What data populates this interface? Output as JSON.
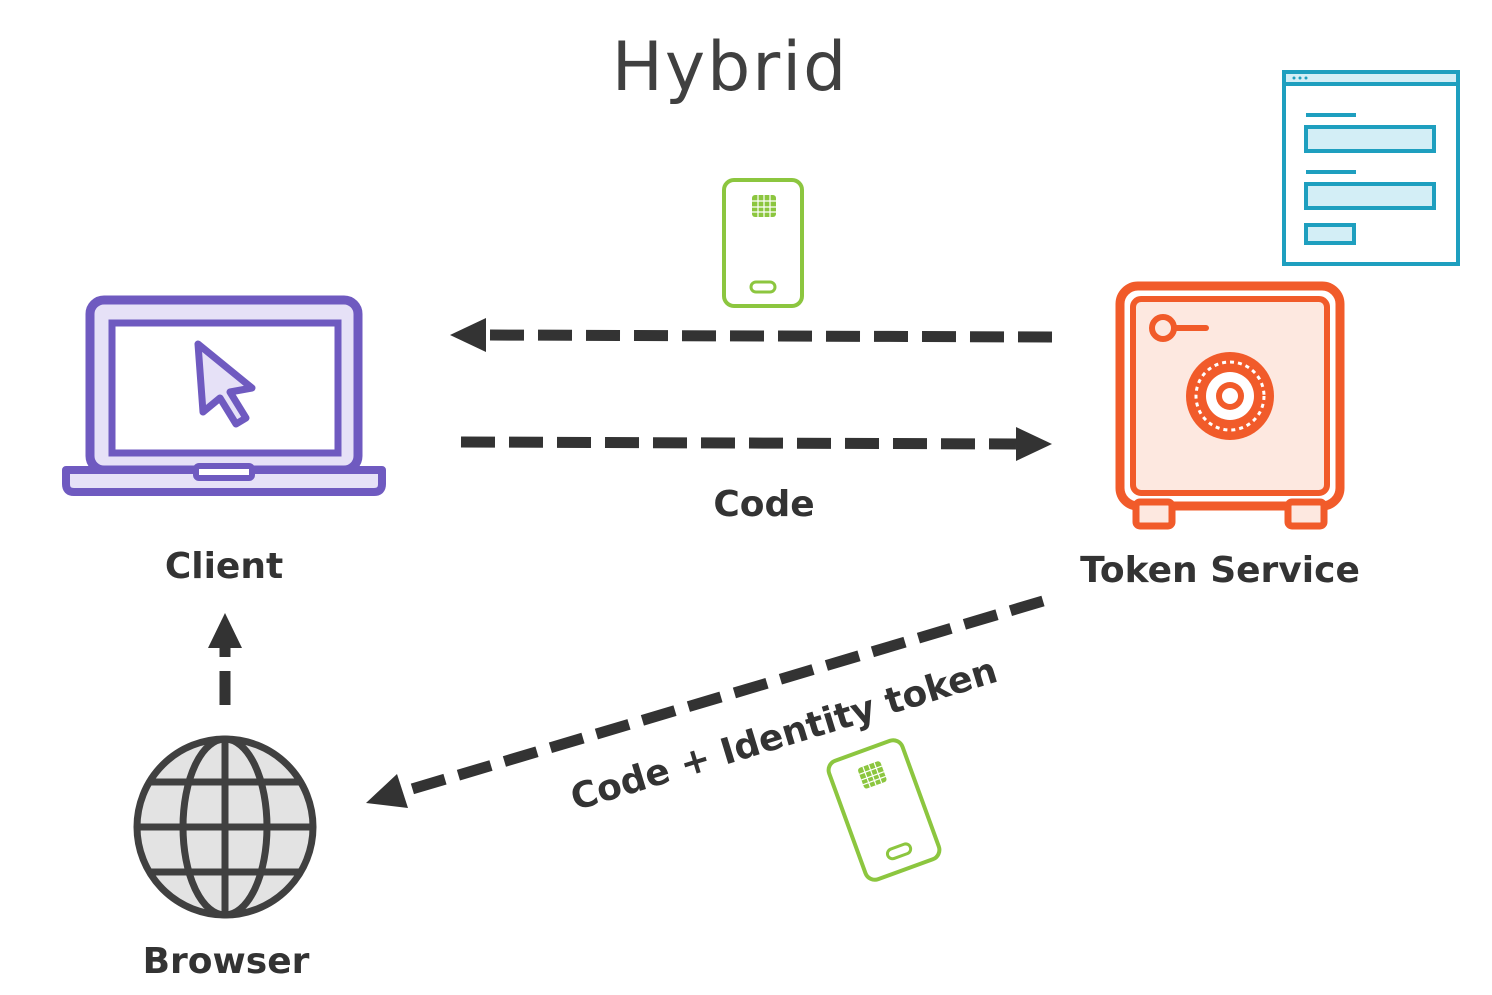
{
  "title": "Hybrid",
  "nodes": {
    "client": {
      "label": "Client",
      "icon": "laptop-cursor-icon",
      "color": "#6f5ac0"
    },
    "token_service": {
      "label": "Token Service",
      "icon": "safe-vault-icon",
      "color": "#f15b2a"
    },
    "browser": {
      "label": "Browser",
      "icon": "globe-icon",
      "color": "#404040"
    },
    "consent_form": {
      "icon": "web-form-icon",
      "color": "#1e9fbf"
    }
  },
  "edges": {
    "code": {
      "label": "Code"
    },
    "code_identity": {
      "label": "Code + Identity token"
    }
  },
  "tokens": {
    "icon": "phone-token-icon",
    "color": "#8cc63f"
  },
  "colors": {
    "arrow": "#333333",
    "text": "#333333",
    "title": "#404040"
  }
}
